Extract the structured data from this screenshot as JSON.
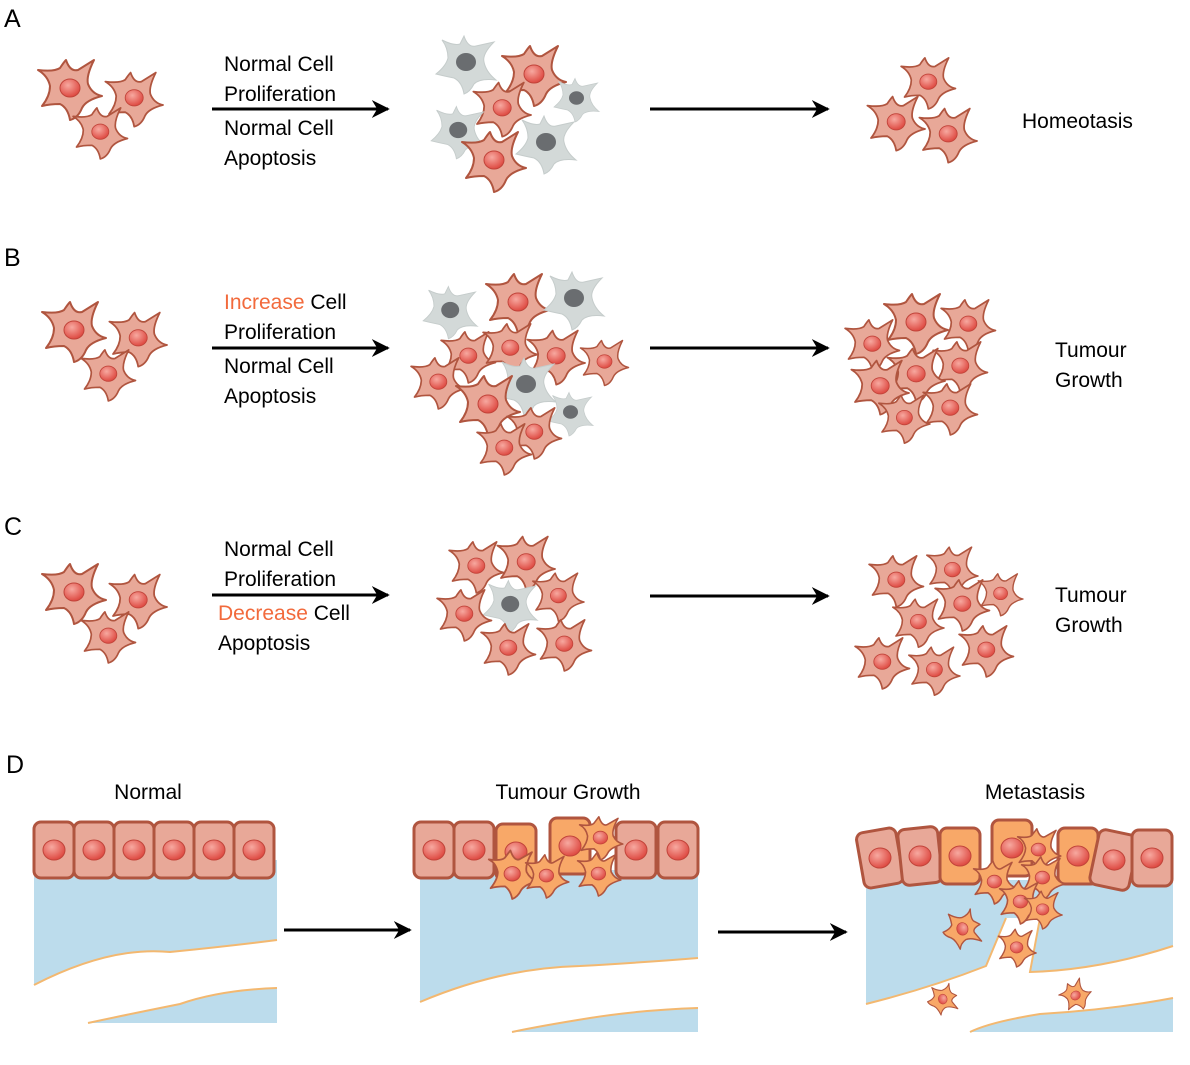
{
  "colors": {
    "cell_fill": "#e8a898",
    "cell_stroke": "#b0553f",
    "nucleus": "#e35a50",
    "dead_cell_fill": "#d3d9d8",
    "dead_nucleus": "#6a6d70",
    "tumour_cell_fill": "#f8a868",
    "tissue_blue": "#bcdcec",
    "boundary": "#f3b870",
    "accent_text": "#f26a3c"
  },
  "panels": {
    "A": {
      "letter": "A",
      "line1": "Normal Cell",
      "line2": "Proliferation",
      "line3": "Normal Cell",
      "line4": "Apoptosis",
      "outcome": "Homeotasis"
    },
    "B": {
      "letter": "B",
      "line1_accent": "Increase",
      "line1_rest": " Cell",
      "line2": "Proliferation",
      "line3": "Normal Cell",
      "line4": "Apoptosis",
      "outcome1": "Tumour",
      "outcome2": "Growth"
    },
    "C": {
      "letter": "C",
      "line1": "Normal Cell",
      "line2": "Proliferation",
      "line3_accent": "Decrease",
      "line3_rest": " Cell",
      "line4": "Apoptosis",
      "outcome1": "Tumour",
      "outcome2": "Growth"
    },
    "D": {
      "letter": "D",
      "stage1": "Normal",
      "stage2": "Tumour Growth",
      "stage3": "Metastasis"
    }
  }
}
